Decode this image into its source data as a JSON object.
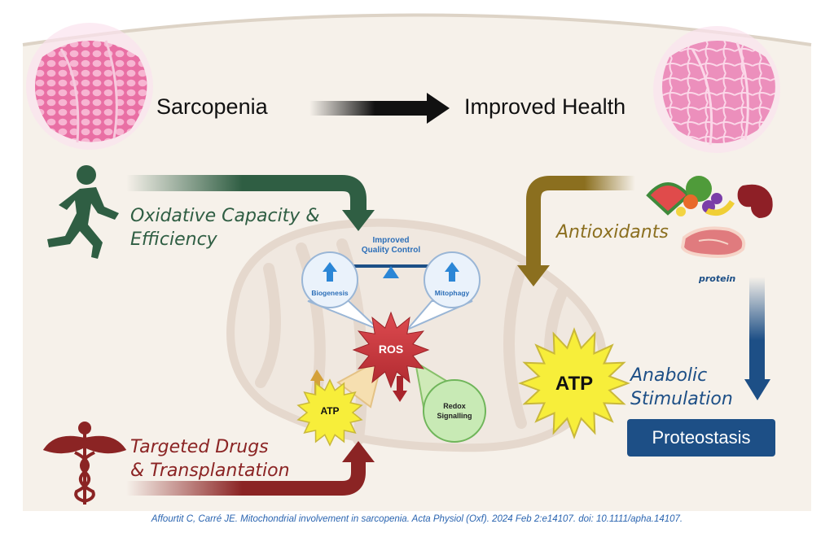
{
  "header": {
    "left_term": "Sarcopenia",
    "right_term": "Improved Health"
  },
  "interventions": {
    "exercise_line1": "Oxidative Capacity &",
    "exercise_line2": "Efficiency",
    "antioxidants": "Antioxidants",
    "protein": "protein",
    "anabolic_line1": "Anabolic",
    "anabolic_line2": "Stimulation",
    "proteostasis": "Proteostasis",
    "drugs_line1": "Targeted Drugs",
    "drugs_line2": "& Transplantation"
  },
  "mitochondrion": {
    "quality_control_line1": "Improved",
    "quality_control_line2": "Quality Control",
    "biogenesis": "Biogenesis",
    "mitophagy": "Mitophagy",
    "ros": "ROS",
    "atp_small": "ATP",
    "redox_line1": "Redox",
    "redox_line2": "Signalling",
    "atp_large": "ATP"
  },
  "colors": {
    "exercise_green": "#2f5e43",
    "antioxidant_gold": "#8b6f1f",
    "anabolic_blue": "#1d4f86",
    "drugs_red": "#8b2424",
    "ros_red": "#c8343a",
    "atp_yellow": "#f7ee3a",
    "panel_beige": "#f6f1ea"
  },
  "icons": [
    "runner-icon",
    "caduceus-icon",
    "fruit-vegetables-icon",
    "kidney-bean-icon",
    "steak-icon",
    "muscle-tissue-icon",
    "mitochondrion-icon"
  ],
  "citation": "Affourtit C, Carré JE. Mitochondrial involvement in sarcopenia. Acta Physiol (Oxf). 2024 Feb 2:e14107. doi: 10.1111/apha.14107."
}
